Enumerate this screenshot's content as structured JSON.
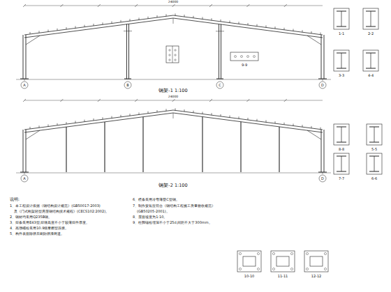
{
  "diagram": {
    "labels": [
      "钢架-1  1:100",
      "钢架-2  1:100",
      "1-1",
      "2-2",
      "3-3",
      "4-4",
      "8-8",
      "5-5",
      "7-7",
      "6-6",
      "9-9",
      "10-10",
      "11-11",
      "12-12",
      "说明:",
      "1、本工程设计依据《钢结构设计规范》(GB50017-2003)",
      "及《门式刚架轻型房屋钢结构技术规程》(CECS102:2002)。",
      "2、钢材均采用Q235B钢。",
      "3、焊条采用E43型,焊缝高度不小于较薄焊件厚度。",
      "4、高强螺栓采用10.9级摩擦型连接。",
      "5、构件表面除锈后刷防锈漆两道。",
      "6、檩条采用冷弯薄壁C型钢。",
      "7、制作安装应符合《钢结构工程施工质量验收规范》",
      "(GB50205-2001)。",
      "8、屋面坡度为1:10。",
      "9、柱脚锚栓埋深不小于25d,间距不大于300mm。",
      "A",
      "B",
      "C",
      "D",
      "A",
      "D",
      "24000",
      "24000"
    ]
  }
}
